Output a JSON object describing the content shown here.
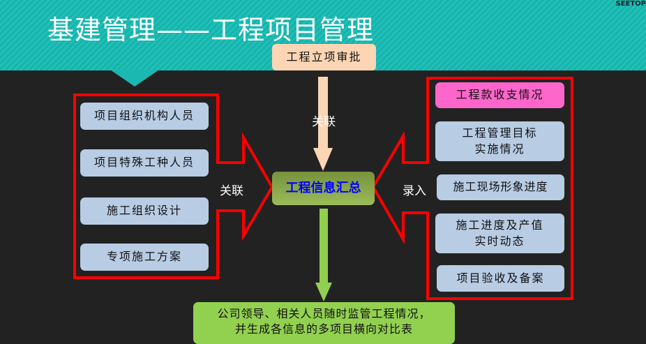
{
  "title": "基建管理——工程项目管理",
  "logo": "SEETOP",
  "top_box": "工程立项审批",
  "center": "工程信息汇总",
  "label_top": "关联",
  "label_left": "关联",
  "label_right": "录入",
  "left_items": [
    "项目组织机构人员",
    "项目特殊工种人员",
    "施工组织设计",
    "专项施工方案"
  ],
  "right_items": [
    "工程款收支情况",
    "工程管理目标\n实施情况",
    "施工现场形象进度",
    "施工进度及产值\n实时动态",
    "项目验收及备案"
  ],
  "bottom": "公司领导、相关人员随时监管工程情况，\n并生成各信息的多项目横向对比表"
}
